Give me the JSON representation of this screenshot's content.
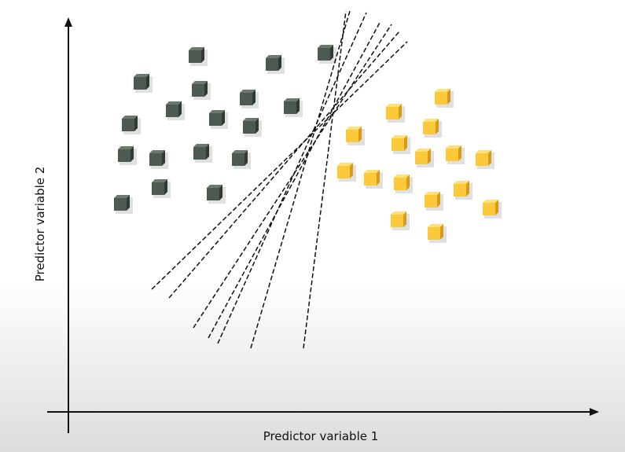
{
  "axes": {
    "x_label": "Predictor variable 1",
    "y_label": "Predictor variable 2"
  },
  "colors": {
    "axis": "#111111",
    "boundary": "#111111",
    "class_a_top": "#6b7a6d",
    "class_a_front": "#4c5a4f",
    "class_a_side": "#2f3a33",
    "class_b_top": "#ffe07a",
    "class_b_front": "#fcc93a",
    "class_b_side": "#d99a14"
  },
  "class_a_points": [
    [
      250,
      70
    ],
    [
      348,
      80
    ],
    [
      414,
      67
    ],
    [
      180,
      104
    ],
    [
      254,
      113
    ],
    [
      315,
      124
    ],
    [
      371,
      135
    ],
    [
      221,
      139
    ],
    [
      276,
      150
    ],
    [
      165,
      157
    ],
    [
      319,
      160
    ],
    [
      160,
      196
    ],
    [
      200,
      201
    ],
    [
      256,
      193
    ],
    [
      305,
      201
    ],
    [
      203,
      238
    ],
    [
      273,
      245
    ],
    [
      155,
      258
    ]
  ],
  "class_b_points": [
    [
      563,
      123
    ],
    [
      501,
      142
    ],
    [
      548,
      161
    ],
    [
      450,
      171
    ],
    [
      508,
      182
    ],
    [
      577,
      195
    ],
    [
      538,
      199
    ],
    [
      615,
      201
    ],
    [
      439,
      217
    ],
    [
      473,
      226
    ],
    [
      511,
      232
    ],
    [
      587,
      240
    ],
    [
      550,
      254
    ],
    [
      624,
      264
    ],
    [
      507,
      279
    ],
    [
      554,
      295
    ]
  ],
  "boundaries": [
    [
      [
        193,
        368
      ],
      [
        518,
        53
      ]
    ],
    [
      [
        215,
        379
      ],
      [
        508,
        40
      ]
    ],
    [
      [
        246,
        417
      ],
      [
        498,
        31
      ]
    ],
    [
      [
        265,
        430
      ],
      [
        484,
        27
      ]
    ],
    [
      [
        277,
        437
      ],
      [
        466,
        16
      ]
    ],
    [
      [
        319,
        443
      ],
      [
        445,
        14
      ]
    ],
    [
      [
        386,
        443
      ],
      [
        440,
        14
      ]
    ]
  ]
}
